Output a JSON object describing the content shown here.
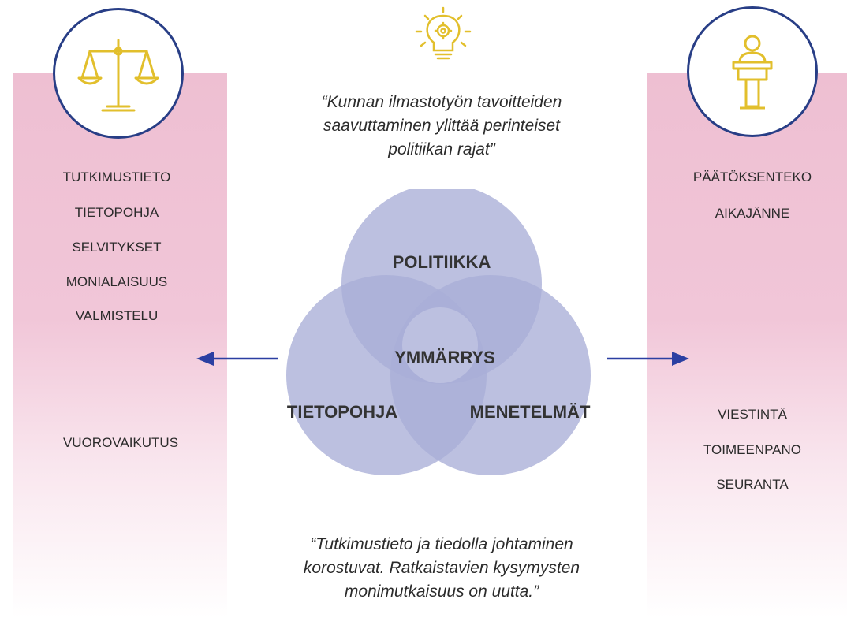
{
  "left_column": {
    "icon": "scales-of-justice-icon",
    "items": [
      "TUTKIMUSTIETO",
      "TIETOPOHJA",
      "SELVITYKSET",
      "MONIALAISUUS",
      "VALMISTELU",
      "VUOROVAIKUTUS"
    ]
  },
  "right_column": {
    "icon": "speaker-podium-icon",
    "items": [
      "PÄÄTÖKSENTEKO",
      "AIKAJÄNNE",
      "VIESTINTÄ",
      "TOIMEENPANO",
      "SEURANTA"
    ]
  },
  "top_icon": "lightbulb-gear-icon",
  "quote_top": [
    "“Kunnan ilmastotyön tavoitteiden",
    "saavuttaminen ylittää perinteiset",
    "politiikan rajat”"
  ],
  "quote_bottom": [
    "“Tutkimustieto ja tiedolla johtaminen",
    "korostuvat. Ratkaistavien kysymysten",
    "monimutkaisuus on uutta.”"
  ],
  "venn": {
    "top": "POLITIIKKA",
    "left": "TIETOPOHJA",
    "right": "MENETELMÄT",
    "center": "YMMÄRRYS"
  },
  "colors": {
    "panel_pink": "#f1c6d8",
    "navy": "#283e86",
    "gold": "#e2bf2c",
    "circle_fill": "#a9aed7",
    "arrow": "#2b3fa2"
  }
}
